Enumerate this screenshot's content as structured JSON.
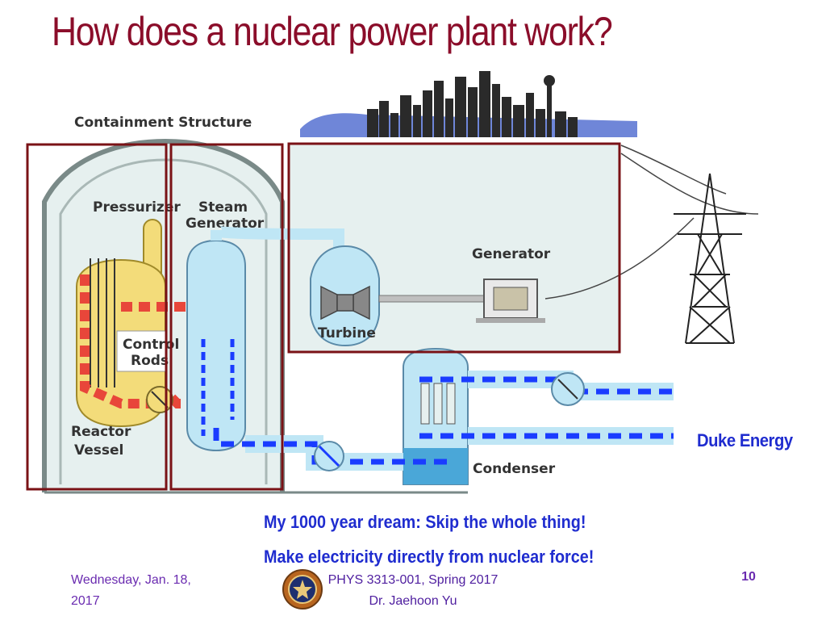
{
  "slide": {
    "title": "How does a nuclear power plant work?",
    "image_credit": "Duke Energy",
    "dream_line_1": "My 1000 year dream: Skip the whole thing!",
    "dream_line_2": "Make electricity directly from nuclear force!"
  },
  "diagram": {
    "labels": {
      "containment": "Containment Structure",
      "pressurizer": "Pressurizer",
      "steam_gen_1": "Steam",
      "steam_gen_2": "Generator",
      "generator": "Generator",
      "turbine": "Turbine",
      "control_1": "Control",
      "control_2": "Rods",
      "reactor_1": "Reactor",
      "reactor_2": "Vessel",
      "condenser": "Condenser"
    },
    "colors": {
      "highlight_box": "#7a1216",
      "hot_loop": "#e8463a",
      "cold_loop": "#1a3cff",
      "water": "#bfe6f5",
      "title": "#8b0d2a",
      "accent_text": "#1f2ccf"
    }
  },
  "footer": {
    "date": "Wednesday, Jan. 18, 2017",
    "course": "PHYS 3313-001, Spring 2017",
    "instructor": "Dr. Jaehoon Yu",
    "page": "10"
  }
}
